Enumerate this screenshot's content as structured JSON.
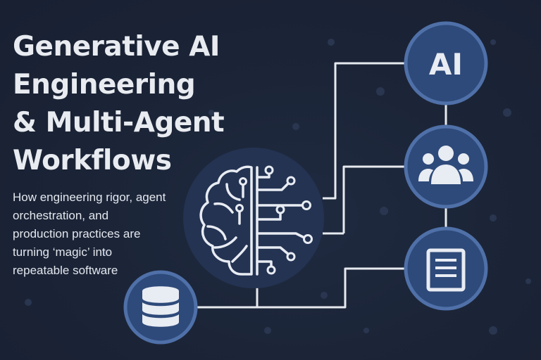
{
  "headline": {
    "lines": [
      "Generative AI",
      "Engineering",
      "& Multi-Agent",
      "Workflows"
    ]
  },
  "subtitle": {
    "lines": [
      "How engineering rigor, agent",
      "orchestration, and",
      "production practices are",
      "turning ‘magic’ into",
      "repeatable software"
    ]
  },
  "nodes": {
    "ai_label": "AI"
  },
  "icons": {
    "brain": "brain-circuit-icon",
    "database": "database-icon",
    "team": "team-icon",
    "document": "document-icon"
  },
  "colors": {
    "background": "#1b2436",
    "node_fill": "#2e4a7a",
    "node_ring": "#4f70a8",
    "line": "#e6e9ee",
    "text": "#e8ebf0"
  }
}
